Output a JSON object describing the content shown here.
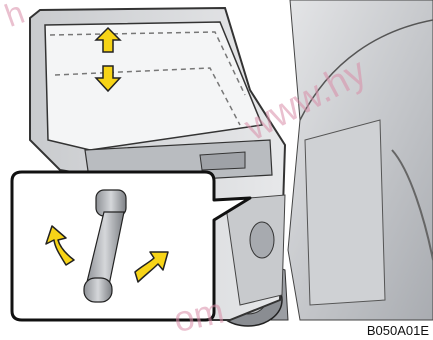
{
  "figure": {
    "code": "B050A01E"
  },
  "watermark": {
    "text": "www.hy",
    "top_fragment": "h",
    "bottom_fragment": "om"
  },
  "colors": {
    "arrow_fill": "#f7d417",
    "arrow_stroke": "#222222",
    "body_gray": "#b9bcc0",
    "panel_gray": "#d6d8da",
    "dark_gray": "#6e7176",
    "outline": "#333333",
    "watermark": "#d98ea8"
  },
  "icons": {
    "window_up": "arrow-up-icon",
    "window_down": "arrow-down-icon",
    "crank_up": "curved-arrow-up-left-icon",
    "crank_down": "curved-arrow-up-right-icon"
  }
}
